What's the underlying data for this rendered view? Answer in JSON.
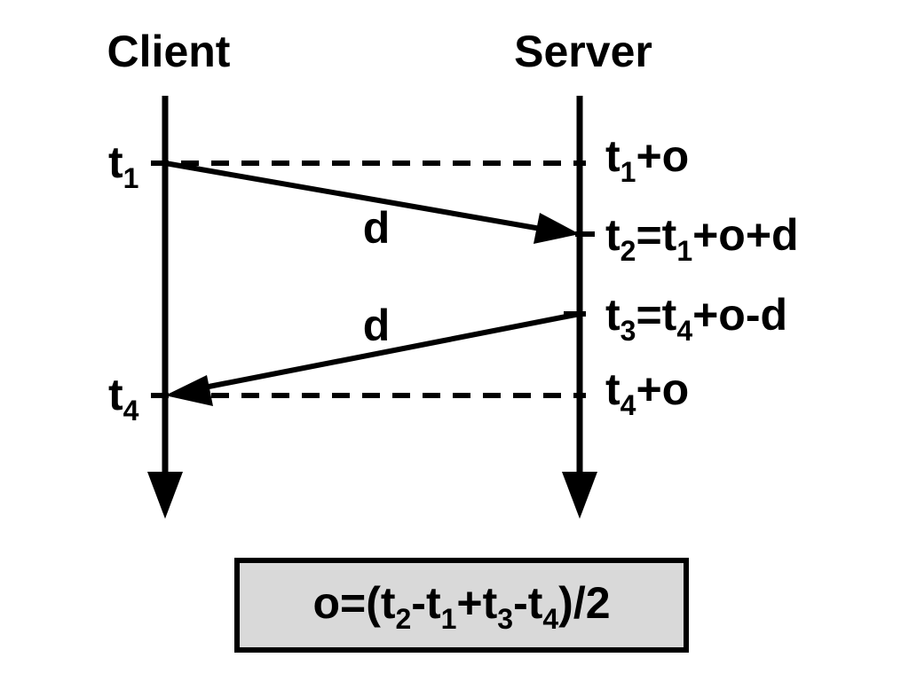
{
  "diagram": {
    "client_title": "Client",
    "server_title": "Server",
    "client_labels": {
      "t1": {
        "base": "t",
        "sub": "1"
      },
      "t4": {
        "base": "t",
        "sub": "4"
      }
    },
    "server_labels": {
      "a": [
        {
          "t": "t",
          "s": false
        },
        {
          "t": "1",
          "s": true
        },
        {
          "t": "+o",
          "s": false
        }
      ],
      "b": [
        {
          "t": "t",
          "s": false
        },
        {
          "t": "2",
          "s": true
        },
        {
          "t": "=t",
          "s": false
        },
        {
          "t": "1",
          "s": true
        },
        {
          "t": "+o+d",
          "s": false
        }
      ],
      "c": [
        {
          "t": "t",
          "s": false
        },
        {
          "t": "3",
          "s": true
        },
        {
          "t": "=t",
          "s": false
        },
        {
          "t": "4",
          "s": true
        },
        {
          "t": "+o-d",
          "s": false
        }
      ],
      "d": [
        {
          "t": "t",
          "s": false
        },
        {
          "t": "4",
          "s": true
        },
        {
          "t": "+o",
          "s": false
        }
      ]
    },
    "delay_label_1": "d",
    "delay_label_2": "d",
    "formula": [
      {
        "t": "o=(t",
        "s": false
      },
      {
        "t": "2",
        "s": true
      },
      {
        "t": "-t",
        "s": false
      },
      {
        "t": "1",
        "s": true
      },
      {
        "t": "+t",
        "s": false
      },
      {
        "t": "3",
        "s": true
      },
      {
        "t": "-t",
        "s": false
      },
      {
        "t": "4",
        "s": true
      },
      {
        "t": ")/2",
        "s": false
      }
    ],
    "colors": {
      "line": "#000000",
      "box_fill": "#d9d9d9",
      "background": "#ffffff"
    }
  }
}
